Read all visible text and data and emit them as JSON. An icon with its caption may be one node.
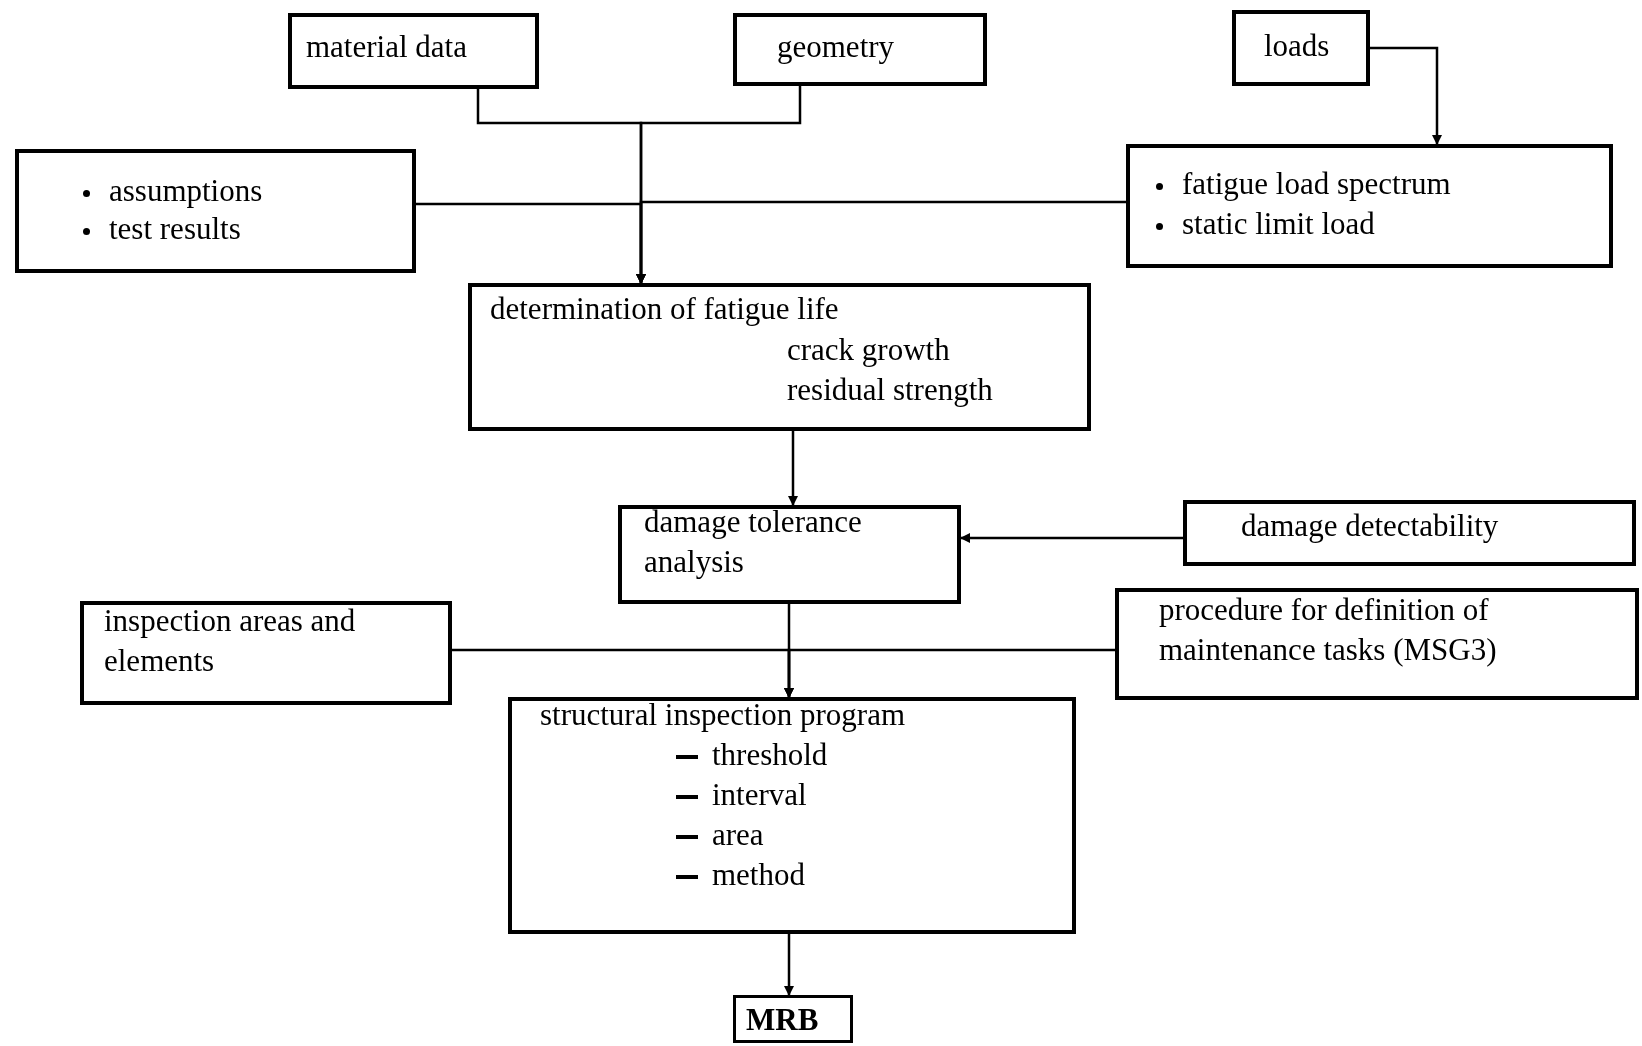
{
  "diagram": {
    "nodes": [
      {
        "text": [
          "material data"
        ]
      },
      {
        "text": [
          "geometry"
        ]
      },
      {
        "text": [
          "loads"
        ]
      },
      {
        "text": [
          "assumptions",
          "test results"
        ]
      },
      {
        "text": [
          "fatigue load spectrum",
          "static limit load"
        ]
      },
      {
        "text": [
          "determination of fatigue life",
          "crack growth",
          "residual strength"
        ]
      },
      {
        "text": [
          "damage tolerance analysis"
        ]
      },
      {
        "text": [
          "damage detectability"
        ]
      },
      {
        "text": [
          "procedure for definition of maintenance tasks (MSG3)"
        ]
      },
      {
        "text": [
          "inspection areas and elements"
        ]
      },
      {
        "text": [
          "structural inspection program",
          "threshold",
          "interval",
          "area",
          "method"
        ]
      },
      {
        "text": [
          "MRB"
        ]
      }
    ],
    "edges": [
      {
        "from": 0,
        "to": 5,
        "arrow": "to"
      },
      {
        "from": 1,
        "to": 5,
        "arrow": "to"
      },
      {
        "from": 3,
        "to": 5,
        "arrow": "to"
      },
      {
        "from": 4,
        "to": 5,
        "arrow": "to"
      },
      {
        "from": 2,
        "to": 4,
        "arrow": "to"
      },
      {
        "from": 5,
        "to": 6,
        "arrow": "to"
      },
      {
        "from": 7,
        "to": 6,
        "arrow": "to"
      },
      {
        "from": 6,
        "to": 10,
        "arrow": "to"
      },
      {
        "from": 9,
        "to": 10,
        "arrow": "to"
      },
      {
        "from": 8,
        "to": 10,
        "arrow": "to"
      },
      {
        "from": 10,
        "to": 11,
        "arrow": "to"
      }
    ]
  }
}
